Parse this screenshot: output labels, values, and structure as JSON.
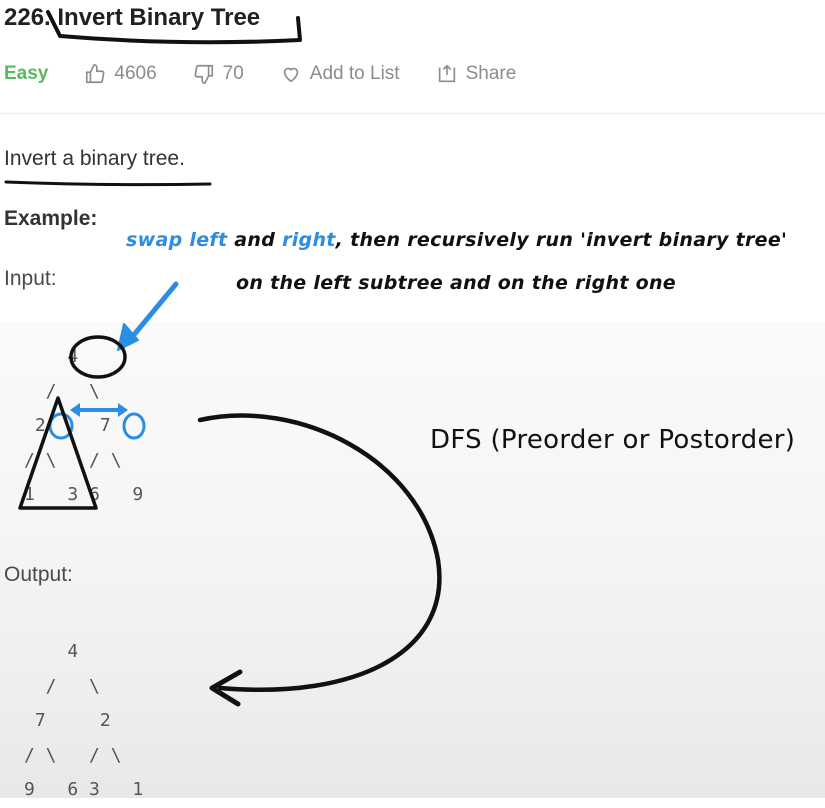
{
  "problem": {
    "title": "226. Invert Binary Tree",
    "difficulty": "Easy",
    "likes": "4606",
    "dislikes": "70",
    "add_to_list": "Add to List",
    "share": "Share",
    "description": "Invert a binary tree.",
    "example_label": "Example:",
    "input_label": "Input:",
    "output_label": "Output:"
  },
  "input_tree": "    4\n  /   \\\n 2     7\n/ \\   / \\\n1   3 6   9",
  "output_tree": "    4\n  /   \\\n 7     2\n/ \\   / \\\n9   6 3   1",
  "annotations": {
    "swap_word": "swap",
    "left_word": "left",
    "and_word": "and",
    "right_word": "right",
    "line1_rest": ", then recursively run 'invert binary tree'",
    "line2": "on the left subtree and on the right one",
    "dfs_note": "DFS (Preorder or Postorder)"
  },
  "colors": {
    "easy": "#5cb85c",
    "annotation_blue": "#2b8de4",
    "ink": "#111111"
  },
  "icons": [
    "thumbs-up-icon",
    "thumbs-down-icon",
    "heart-icon",
    "share-icon"
  ]
}
